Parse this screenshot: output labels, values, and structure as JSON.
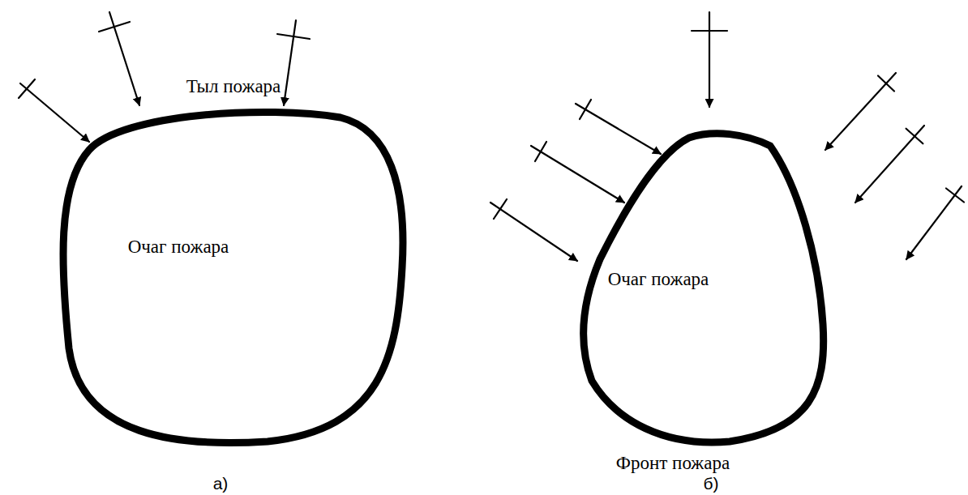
{
  "diagram": {
    "nodes": [
      {
        "text": [
          "Очаг пожара"
        ]
      },
      {
        "text": [
          "Очаг пожара"
        ]
      }
    ],
    "labels": [
      "Тыл пожара",
      "а)",
      "Фронт пожара",
      "б)"
    ]
  }
}
